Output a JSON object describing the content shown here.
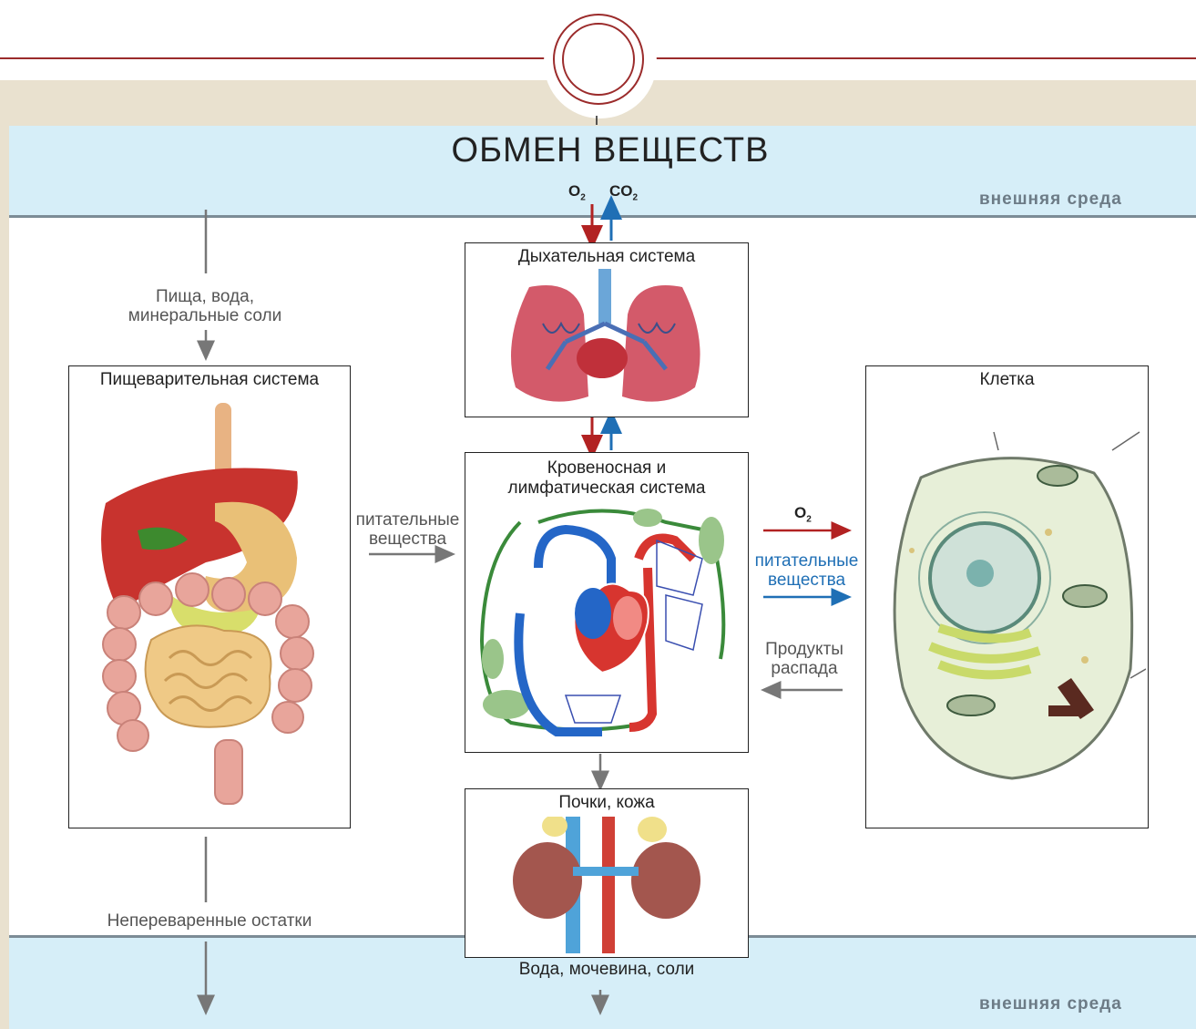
{
  "title": "ОБМЕН ВЕЩЕСТВ",
  "environment_top": "внешняя среда",
  "environment_bottom": "внешняя среда",
  "gases": {
    "o2": "O",
    "co2": "CO",
    "sub": "2"
  },
  "food_input": {
    "line1": "Пища, вода,",
    "line2": "минеральные соли"
  },
  "digestive": {
    "title": "Пищеварительная система"
  },
  "respiratory": {
    "title": "Дыхательная система"
  },
  "circulatory": {
    "line1": "Кровеносная и",
    "line2": "лимфатическая система"
  },
  "cell": {
    "title": "Клетка"
  },
  "nutrients_left": {
    "line1": "питательные",
    "line2": "вещества"
  },
  "cell_o2": {
    "label": "O",
    "sub": "2"
  },
  "nutrients_right": {
    "line1": "питательные",
    "line2": "вещества"
  },
  "decay": {
    "line1": "Продукты",
    "line2": "распада"
  },
  "excretory": {
    "title": "Почки, кожа",
    "output": "Вода, мочевина, соли"
  },
  "undigested": "Непереваренные остатки",
  "colors": {
    "accent": "#9b2b2b",
    "band": "#d6eef8",
    "beige": "#e9e1cf",
    "o2_arrow": "#b22222",
    "co2_arrow": "#1f6fb5"
  }
}
